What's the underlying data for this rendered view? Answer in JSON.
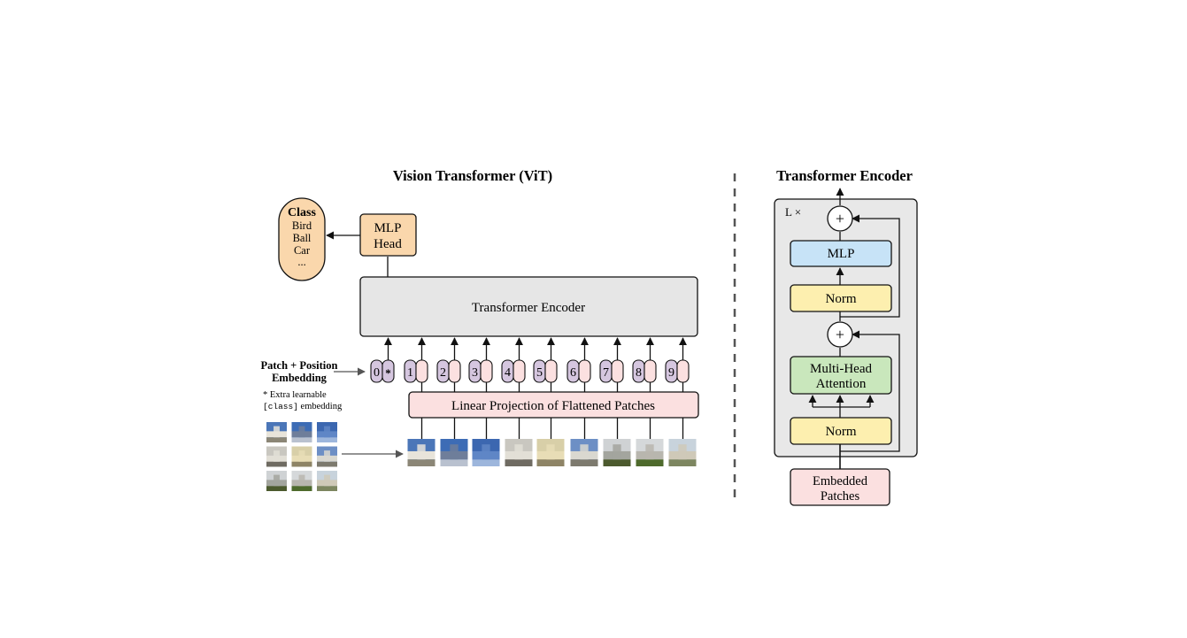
{
  "vit": {
    "title": "Vision Transformer (ViT)",
    "class_box": {
      "heading": "Class",
      "items": [
        "Bird",
        "Ball",
        "Car",
        "..."
      ]
    },
    "mlp_head": {
      "line1": "MLP",
      "line2": "Head"
    },
    "transformer_encoder": "Transformer Encoder",
    "patch_position_label": {
      "line1": "Patch + Position",
      "line2": "Embedding"
    },
    "extra_note": {
      "line1": "* Extra learnable",
      "code": "[class]",
      "rest": " embedding"
    },
    "tokens": [
      "0",
      "1",
      "2",
      "3",
      "4",
      "5",
      "6",
      "7",
      "8",
      "9"
    ],
    "class_token_marker": "*",
    "linear_projection": "Linear Projection of Flattened Patches"
  },
  "encoder": {
    "title": "Transformer Encoder",
    "repeat": "L ×",
    "mlp": "MLP",
    "norm_top": "Norm",
    "add_symbol": "+",
    "attention": {
      "line1": "Multi-Head",
      "line2": "Attention"
    },
    "norm_bottom": "Norm",
    "embedded_patches": {
      "line1": "Embedded",
      "line2": "Patches"
    }
  },
  "colors": {
    "orange": "#fad7ac",
    "gray_box": "#e6e6e6",
    "pink": "#fbe0e0",
    "purple": "#d5c6df",
    "blue": "#c7e3f7",
    "yellow": "#fdefaf",
    "green": "#c9e7bc",
    "encoder_bg": "#e8e8e8"
  },
  "icons": {
    "patch_images": "photo-patch-icon",
    "arrows": "arrow-icon",
    "add": "add-circle-icon"
  }
}
